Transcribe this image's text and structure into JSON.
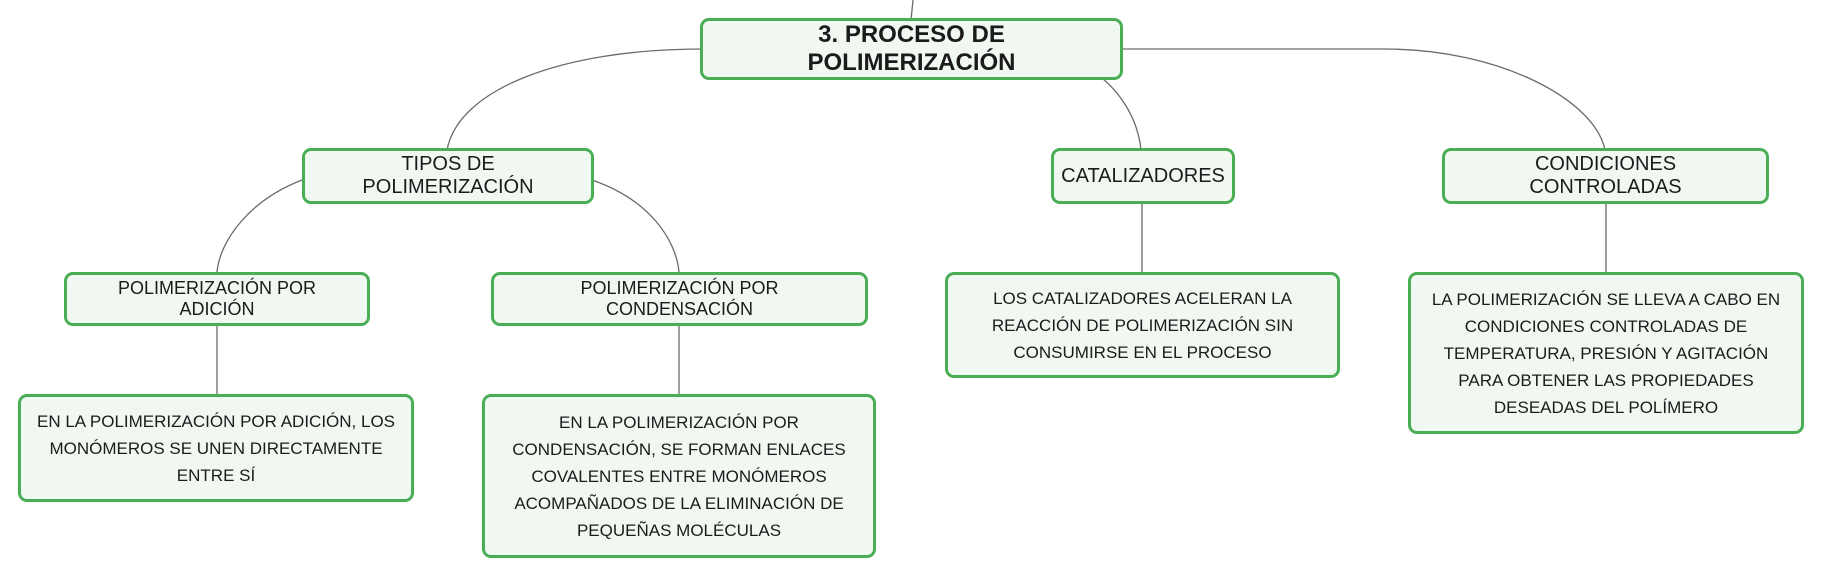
{
  "diagram": {
    "root": {
      "label": "3. PROCESO DE POLIMERIZACIÓN"
    },
    "types": {
      "label": "TIPOS DE POLIMERIZACIÓN"
    },
    "catalysts": {
      "label": "CATALIZADORES"
    },
    "conditions": {
      "label": "CONDICIONES CONTROLADAS"
    },
    "addition": {
      "label": "POLIMERIZACIÓN POR ADICIÓN"
    },
    "condensation": {
      "label": "POLIMERIZACIÓN POR CONDENSACIÓN"
    },
    "addition_desc": {
      "label": "EN LA POLIMERIZACIÓN POR ADICIÓN, LOS MONÓMEROS SE UNEN DIRECTAMENTE ENTRE SÍ"
    },
    "condensation_desc": {
      "label": "EN LA POLIMERIZACIÓN POR CONDENSACIÓN, SE FORMAN ENLACES COVALENTES ENTRE MONÓMEROS ACOMPAÑADOS DE LA ELIMINACIÓN DE PEQUEÑAS MOLÉCULAS"
    },
    "catalysts_desc": {
      "label": "LOS CATALIZADORES ACELERAN LA REACCIÓN DE POLIMERIZACIÓN SIN CONSUMIRSE EN EL PROCESO"
    },
    "conditions_desc": {
      "label": "LA POLIMERIZACIÓN SE LLEVA A CABO EN CONDICIONES CONTROLADAS DE TEMPERATURA, PRESIÓN Y AGITACIÓN PARA OBTENER LAS PROPIEDADES DESEADAS DEL POLÍMERO"
    }
  },
  "colors": {
    "node_border": "#4aae55",
    "node_fill": "#f1f8f2",
    "connector": "#6b6b6b",
    "text": "#1b1b1b"
  }
}
